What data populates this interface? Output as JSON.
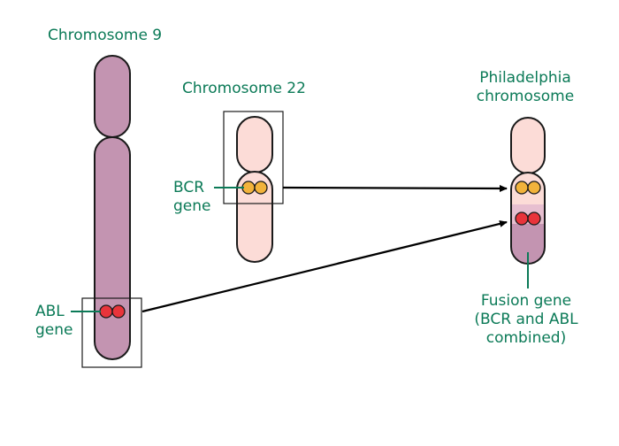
{
  "labels": {
    "chromosome9": "Chromosome 9",
    "chromosome22": "Chromosome 22",
    "philadelphia_line1": "Philadelphia",
    "philadelphia_line2": "chromosome",
    "bcr_line1": "BCR",
    "bcr_line2": "gene",
    "abl_line1": "ABL",
    "abl_line2": "gene",
    "fusion_line1": "Fusion gene",
    "fusion_line2": "(BCR and ABL",
    "fusion_line3": "combined)"
  },
  "colors": {
    "label_text": "#0b7a57",
    "chr9_fill": "#c394b1",
    "chr22_fill": "#fcdcd7",
    "outline": "#1a1a1a",
    "bcr_gene": "#f2b33b",
    "abl_gene": "#e8343b",
    "fusion_band": "#e7bfd0",
    "arrow": "#000000"
  }
}
